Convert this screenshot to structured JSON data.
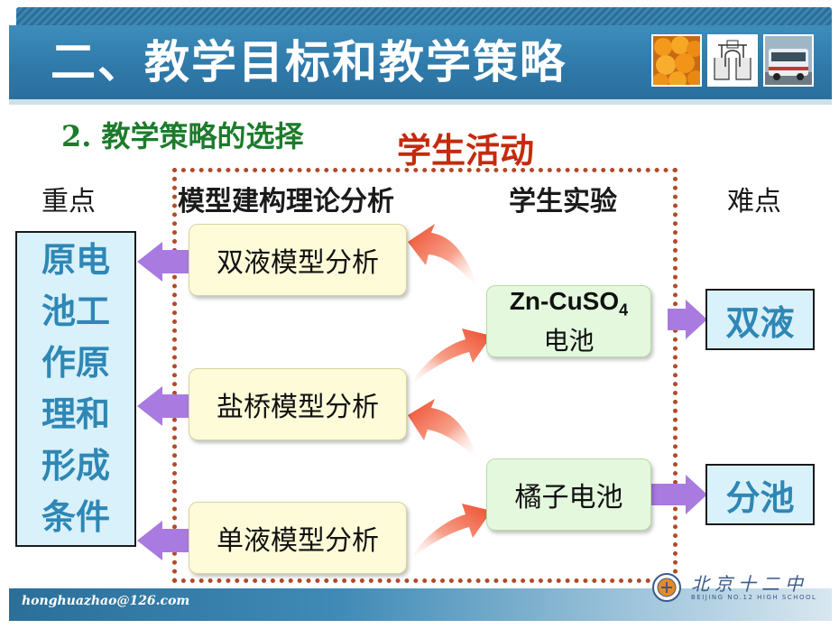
{
  "header": {
    "title": "二、教学目标和教学策略",
    "images": [
      "oranges-photo",
      "electrochemistry-apparatus-sketch",
      "bus-photo"
    ]
  },
  "subtitle": "2. 教学策略的选择",
  "activity_label": "学生活动",
  "columns": {
    "key_points": "重点",
    "model_analysis": "模型建构理论分析",
    "experiments": "学生实验",
    "difficulties": "难点"
  },
  "key_point_box": "原电池工作原理和形成条件",
  "model_boxes": [
    "双液模型分析",
    "盐桥模型分析",
    "单液模型分析"
  ],
  "experiment_boxes": {
    "zn_cell_formula": "Zn-CuSO",
    "zn_cell_subscript": "4",
    "zn_cell_suffix": "电池",
    "orange_cell": "橘子电池"
  },
  "difficulty_boxes": [
    "双液",
    "分池"
  ],
  "footer": {
    "email": "honghuazhao@126.com",
    "school_cn": "北京十二中",
    "school_en": "BEIJING NO.12 HIGH SCHOOL"
  },
  "colors": {
    "title_bar": "#2f7aaa",
    "subtitle": "#1d7b2c",
    "activity": "#c52a0d",
    "key_text": "#2e87b5",
    "purple_arrow": "#a97ae0",
    "red_arrow": "#f05a3c"
  }
}
